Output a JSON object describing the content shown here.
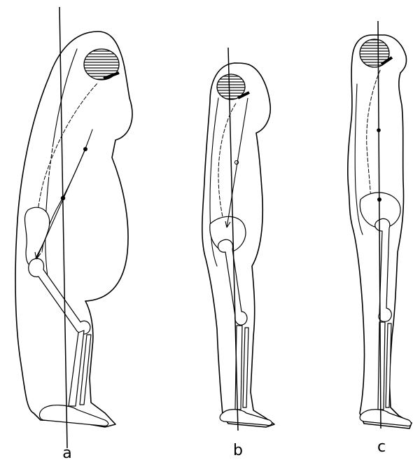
{
  "figures": [
    {
      "label": "a"
    },
    {
      "label": "b"
    },
    {
      "label": "c"
    }
  ]
}
